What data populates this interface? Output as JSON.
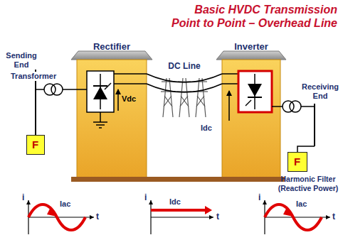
{
  "diagram": {
    "title": "Basic HVDC Transmission Point to Point – Overhead Line",
    "nodes": [
      {
        "text": [
          "Rectifier",
          "Vdc"
        ]
      },
      {
        "text": [
          "Inverter"
        ]
      },
      {
        "text": [
          "F"
        ]
      },
      {
        "text": [
          "F"
        ]
      }
    ],
    "edges": [
      {
        "from": 0,
        "to": 1,
        "arrow": "none",
        "label": "DC Line"
      }
    ],
    "labels": [
      "Sending End",
      "Transformer",
      "Idc",
      "Receiving End",
      "Harmonic Filter (Reactive Power)",
      "i",
      "Iac",
      "t",
      "i",
      "Idc",
      "t",
      "i",
      "Iac",
      "t"
    ]
  }
}
